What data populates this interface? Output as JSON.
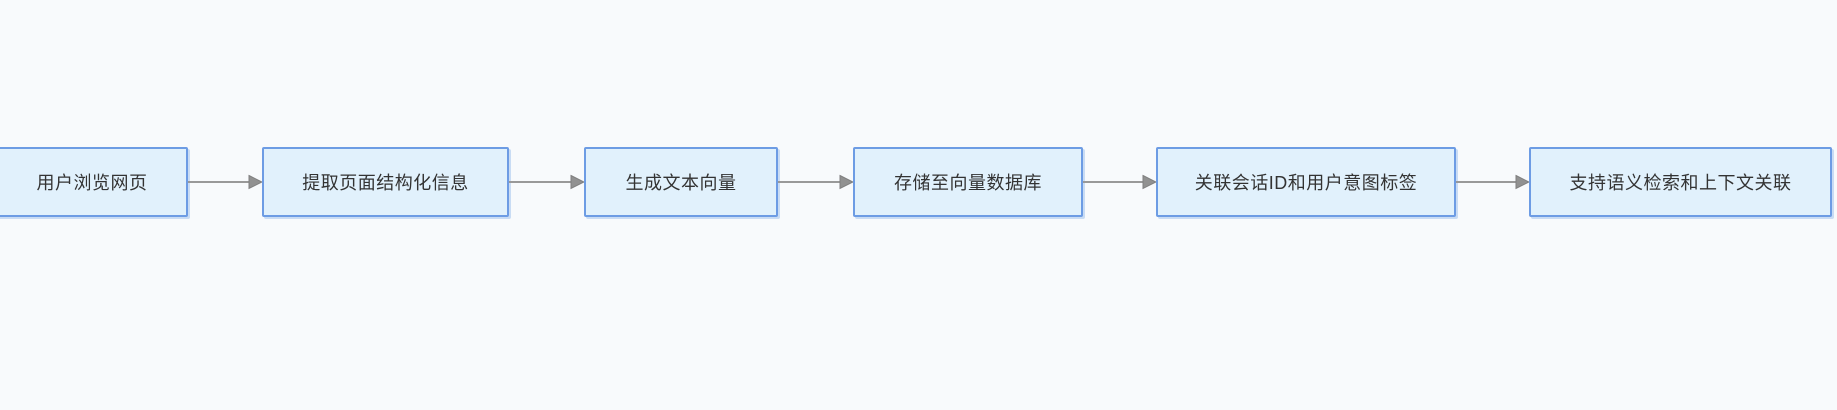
{
  "flowchart": {
    "type": "flowchart",
    "direction": "left-to-right",
    "nodes": [
      {
        "id": "step-1",
        "label": "用户浏览网页"
      },
      {
        "id": "step-2",
        "label": "提取页面结构化信息"
      },
      {
        "id": "step-3",
        "label": "生成文本向量"
      },
      {
        "id": "step-4",
        "label": "存储至向量数据库"
      },
      {
        "id": "step-5",
        "label": "关联会话ID和用户意图标签"
      },
      {
        "id": "step-6",
        "label": "支持语义检索和上下文关联"
      }
    ],
    "connectors": [
      {
        "from": "step-1",
        "to": "step-2"
      },
      {
        "from": "step-2",
        "to": "step-3"
      },
      {
        "from": "step-3",
        "to": "step-4"
      },
      {
        "from": "step-4",
        "to": "step-5"
      },
      {
        "from": "step-5",
        "to": "step-6"
      }
    ],
    "style": {
      "canvas_background": "#f8fafc",
      "node_fill": "#e1f1fc",
      "node_border": "#6d9ce4",
      "node_shadow": "#c9dcf4",
      "node_text_color": "#333333",
      "arrow_color": "#999999",
      "arrowhead_fill": "#919191",
      "arrowhead_stroke": "#7f7f7f"
    }
  }
}
